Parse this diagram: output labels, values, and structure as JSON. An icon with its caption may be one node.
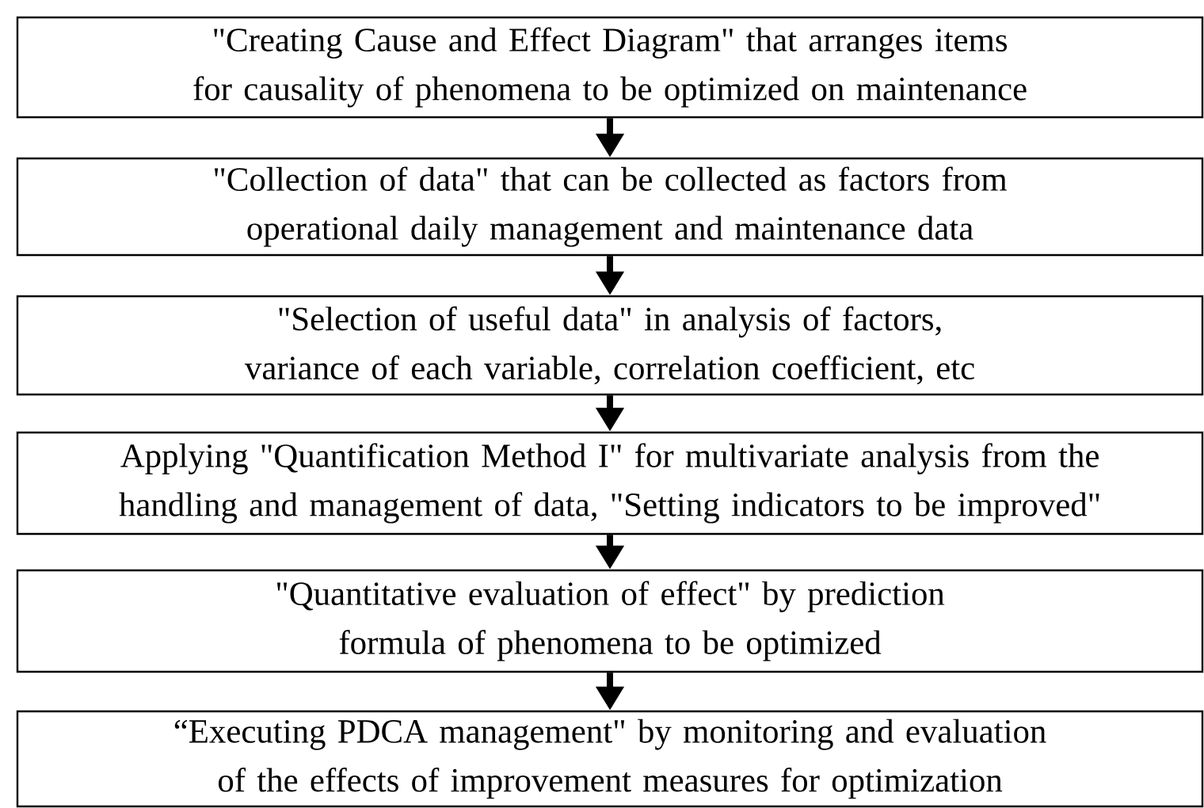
{
  "diagram": {
    "nodes": [
      {
        "text": [
          "\"Creating Cause and Effect Diagram\" that arranges items for causality of phenomena to be optimized on maintenance"
        ]
      },
      {
        "text": [
          "\"Collection of data\" that can be collected as factors from operational daily management and maintenance data"
        ]
      },
      {
        "text": [
          "\"Selection of useful data\" in analysis of factors, variance of each variable, correlation coefficient, etc"
        ]
      },
      {
        "text": [
          "Applying \"Quantification Method I\" for multivariate analysis from the handling and management of data, \"Setting indicators to be improved\""
        ]
      },
      {
        "text": [
          "\"Quantitative evaluation of effect\" by prediction formula of phenomena to be optimized"
        ]
      },
      {
        "text": [
          "“Executing PDCA management\" by monitoring and evaluation of the effects of improvement measures for optimization"
        ]
      }
    ],
    "edges": [
      {
        "from": 0,
        "to": 1,
        "arrow": "to"
      },
      {
        "from": 1,
        "to": 2,
        "arrow": "to"
      },
      {
        "from": 2,
        "to": 3,
        "arrow": "to"
      },
      {
        "from": 3,
        "to": 4,
        "arrow": "to"
      },
      {
        "from": 4,
        "to": 5,
        "arrow": "to"
      }
    ]
  }
}
